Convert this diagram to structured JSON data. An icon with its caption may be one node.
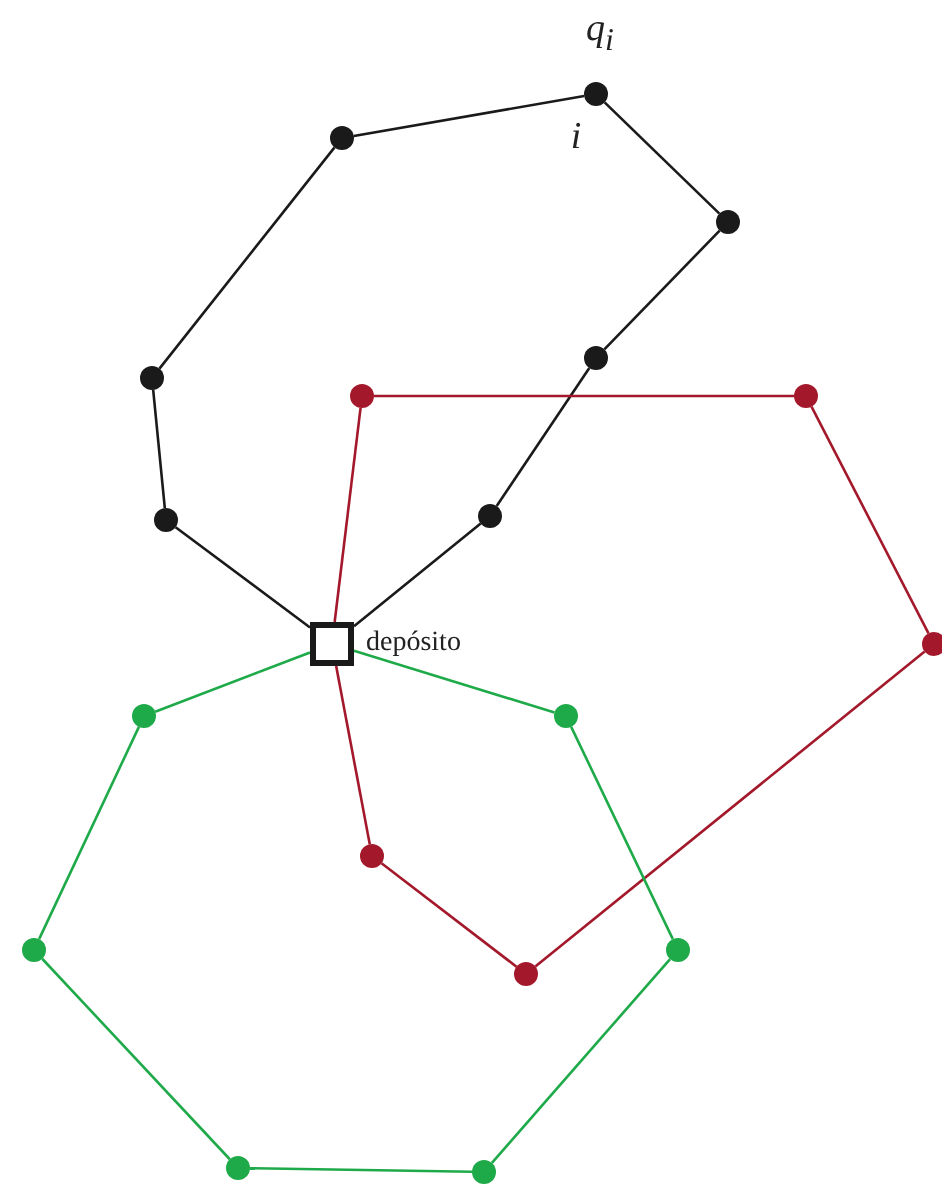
{
  "diagram": {
    "nodes": [
      {
        "text": [],
        "shape": "circle",
        "beside": [
          "q$_{i}$",
          "i"
        ]
      },
      {
        "text": [],
        "shape": "circle"
      },
      {
        "text": [],
        "shape": "circle"
      },
      {
        "text": [],
        "shape": "circle"
      },
      {
        "text": [],
        "shape": "circle"
      },
      {
        "text": [],
        "shape": "circle"
      },
      {
        "text": [],
        "shape": "circle"
      },
      {
        "text": [],
        "shape": "circle"
      },
      {
        "text": [],
        "shape": "circle"
      },
      {
        "text": [],
        "shape": "box",
        "beside": [
          "depósito"
        ]
      },
      {
        "text": [],
        "shape": "circle"
      },
      {
        "text": [],
        "shape": "circle"
      },
      {
        "text": [],
        "shape": "circle"
      },
      {
        "text": [],
        "shape": "circle"
      },
      {
        "text": [],
        "shape": "circle"
      },
      {
        "text": [],
        "shape": "circle"
      },
      {
        "text": [],
        "shape": "circle"
      },
      {
        "text": [],
        "shape": "circle"
      },
      {
        "text": [],
        "shape": "circle"
      }
    ],
    "edges": [
      {
        "from": 9,
        "to": 8,
        "arrow": "none"
      },
      {
        "from": 8,
        "to": 4,
        "arrow": "none"
      },
      {
        "from": 4,
        "to": 1,
        "arrow": "none"
      },
      {
        "from": 1,
        "to": 0,
        "arrow": "none"
      },
      {
        "from": 0,
        "to": 2,
        "arrow": "none"
      },
      {
        "from": 2,
        "to": 3,
        "arrow": "none"
      },
      {
        "from": 3,
        "to": 7,
        "arrow": "none"
      },
      {
        "from": 7,
        "to": 9,
        "arrow": "none"
      },
      {
        "from": 9,
        "to": 5,
        "arrow": "none",
        "color": "#a3192b"
      },
      {
        "from": 5,
        "to": 6,
        "arrow": "none",
        "color": "#a3192b"
      },
      {
        "from": 6,
        "to": 10,
        "arrow": "none",
        "color": "#a3192b"
      },
      {
        "from": 10,
        "to": 16,
        "arrow": "none",
        "color": "#a3192b"
      },
      {
        "from": 16,
        "to": 13,
        "arrow": "none",
        "color": "#a3192b"
      },
      {
        "from": 13,
        "to": 9,
        "arrow": "none",
        "color": "#a3192b"
      },
      {
        "from": 9,
        "to": 12,
        "arrow": "none",
        "color": "#1faa4a"
      },
      {
        "from": 12,
        "to": 15,
        "arrow": "none",
        "color": "#1faa4a"
      },
      {
        "from": 15,
        "to": 18,
        "arrow": "none",
        "color": "#1faa4a"
      },
      {
        "from": 18,
        "to": 17,
        "arrow": "none",
        "color": "#1faa4a"
      },
      {
        "from": 17,
        "to": 14,
        "arrow": "none",
        "color": "#1faa4a"
      },
      {
        "from": 14,
        "to": 11,
        "arrow": "none",
        "color": "#1faa4a"
      },
      {
        "from": 11,
        "to": 9,
        "arrow": "none",
        "color": "#1faa4a"
      }
    ]
  }
}
